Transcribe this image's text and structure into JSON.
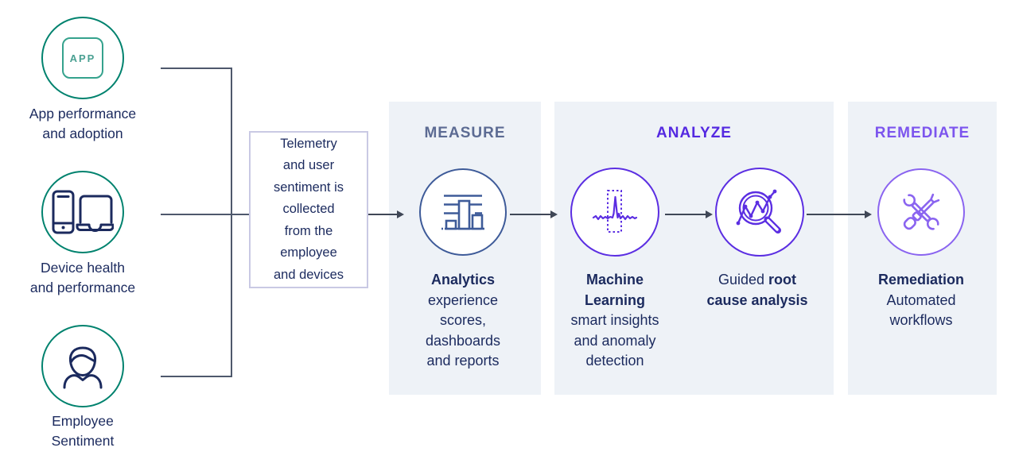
{
  "colors": {
    "navy_text": "#1b2a5e",
    "teal_circle": "#00826e",
    "teal_badge": "#35a28d",
    "panel_background": "#eef2f7",
    "measure_title": "#5c6b93",
    "measure_icon": "#3e5b99",
    "analyze_purple": "#5429e1",
    "analyze_icon": "#5b2ee2",
    "remediate_title": "#7c55ee",
    "remediate_icon": "#8a64f0",
    "connector_line": "#4e586c",
    "telemetry_border": "#c9c9e4"
  },
  "sources": [
    {
      "badge": "APP",
      "label_line1": "App performance",
      "label_line2": "and adoption"
    },
    {
      "label_line1": "Device health",
      "label_line2": "and performance"
    },
    {
      "label_line1": "Employee",
      "label_line2": "Sentiment"
    }
  ],
  "telemetry": {
    "lines": [
      "Telemetry",
      "and user",
      "sentiment is",
      "collected",
      "from the",
      "employee",
      "and devices"
    ]
  },
  "stages": [
    {
      "title": "MEASURE"
    },
    {
      "title": "ANALYZE"
    },
    {
      "title": "REMEDIATE"
    }
  ],
  "nodes": {
    "analytics": {
      "bold": "Analytics",
      "lines": [
        "experience",
        "scores,",
        "dashboards",
        "and reports"
      ]
    },
    "ml": {
      "bold_line1": "Machine",
      "bold_line2": "Learning",
      "lines": [
        "smart insights",
        "and anomaly",
        "detection"
      ]
    },
    "root_cause": {
      "regular": "Guided ",
      "bold_inline": "root",
      "bold_line2": "cause analysis"
    },
    "remediation": {
      "bold": "Remediation",
      "lines": [
        "Automated",
        "workflows"
      ]
    }
  }
}
